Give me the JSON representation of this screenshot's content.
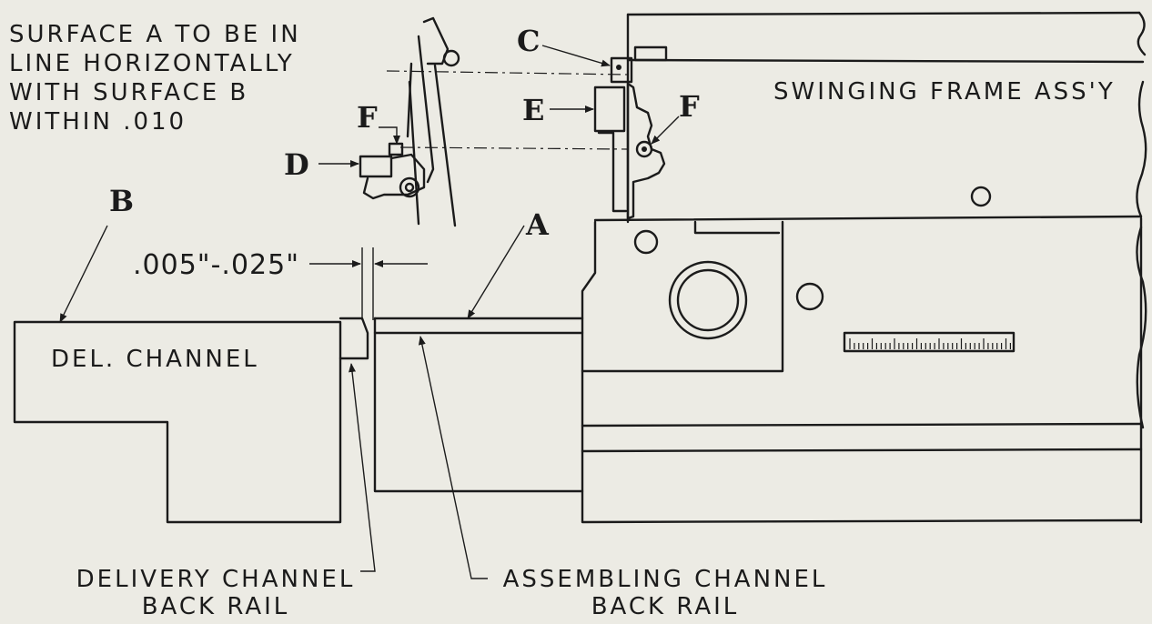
{
  "note": {
    "lines": [
      "SURFACE A TO BE IN",
      "LINE HORIZONTALLY",
      "WITH SURFACE B",
      "WITHIN .010"
    ]
  },
  "labels": {
    "a": "A",
    "b": "B",
    "c": "C",
    "d": "D",
    "e": "E",
    "f_left": "F",
    "f_right": "F"
  },
  "dimension": ".005\"-.025\"",
  "parts": {
    "del_channel": "DEL. CHANNEL",
    "swinging_frame": "SWINGING FRAME ASS'Y"
  },
  "callouts": {
    "delivery_rail": [
      "DELIVERY CHANNEL",
      "BACK RAIL"
    ],
    "assembling_rail": [
      "ASSEMBLING CHANNEL",
      "BACK RAIL"
    ]
  },
  "colors": {
    "ink": "#1b1b1b",
    "paper": "#ecebe4"
  }
}
